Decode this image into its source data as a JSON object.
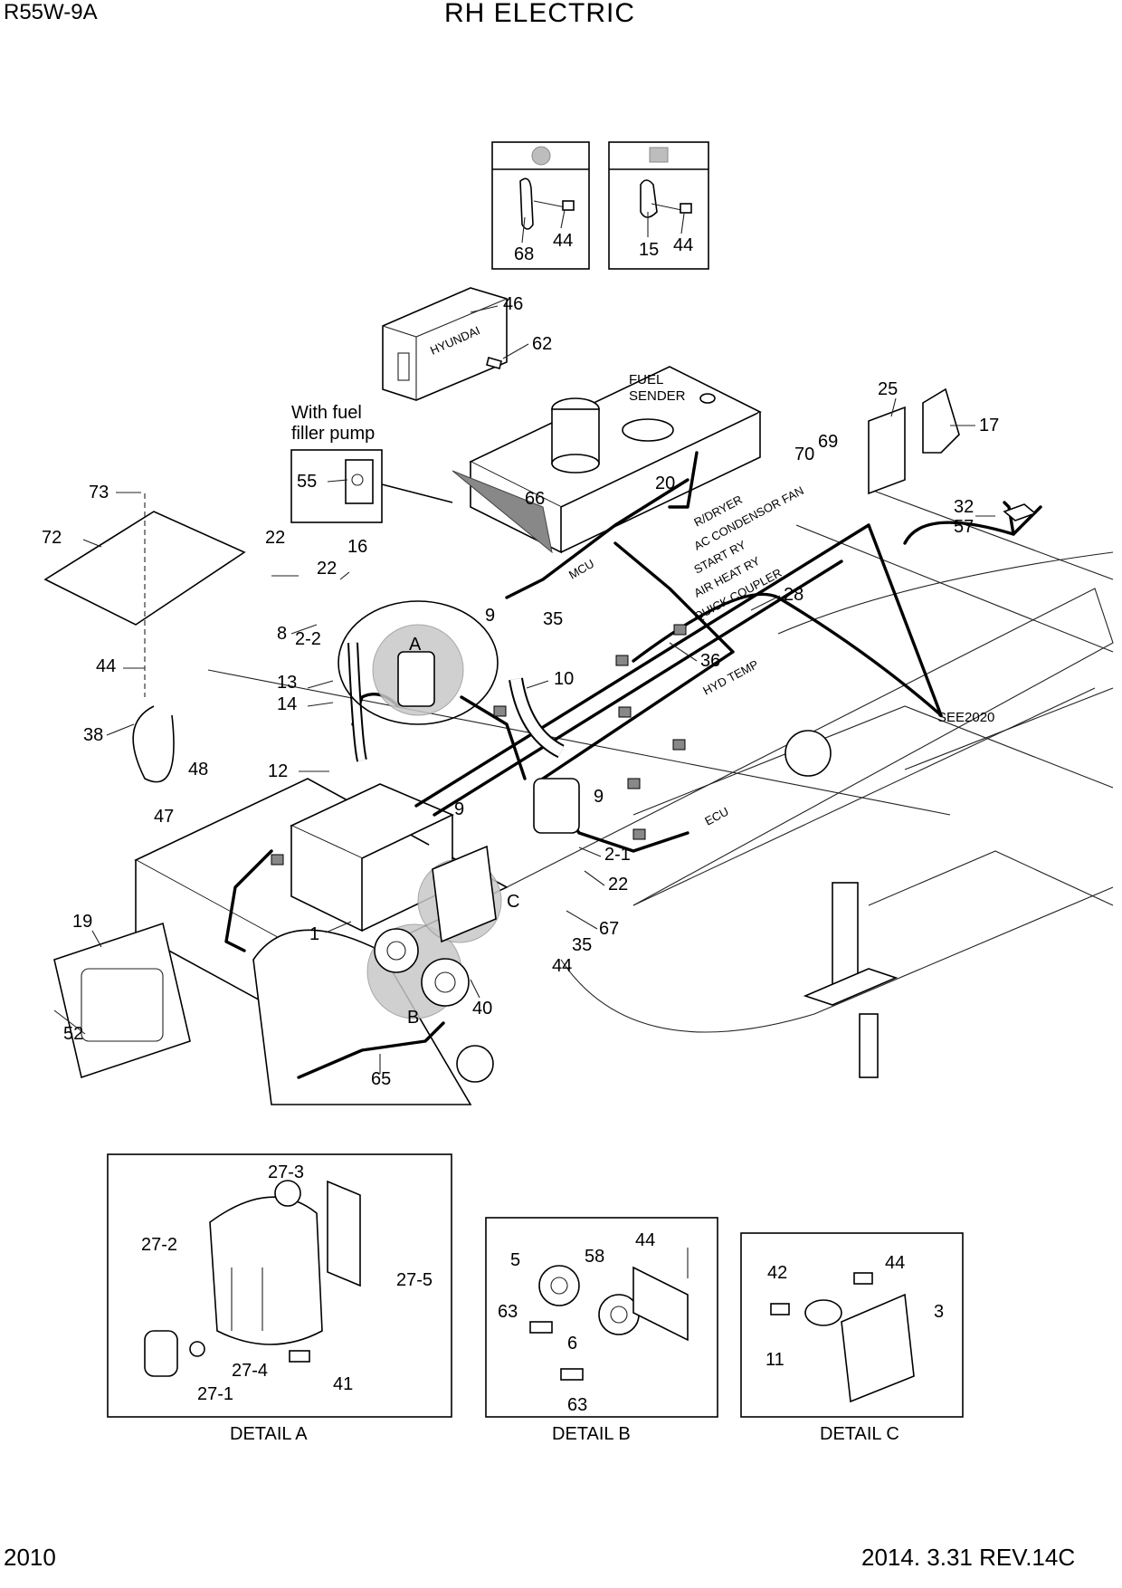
{
  "header": {
    "model": "R55W-9A",
    "title": "RH ELECTRIC",
    "page": "2010",
    "revision": "2014. 3.31  REV.14C"
  },
  "annotations": {
    "fuel_sender": "FUEL\nSENDER",
    "fuel_sender_l1": "FUEL",
    "fuel_sender_l2": "SENDER",
    "with_fuel_l1": "With fuel",
    "with_fuel_l2": "filler pump",
    "see": "SEE2020",
    "mcu": "MCU",
    "ecu": "ECU",
    "hyd_temp": "HYD TEMP",
    "connectors": [
      "R/DRYER",
      "AC CONDENSOR FAN",
      "START RY",
      "AIR HEAT RY",
      "QUICK COUPLER"
    ],
    "brand": "HYUNDAI"
  },
  "callouts": {
    "c68": "68",
    "c44a": "44",
    "c15": "15",
    "c44b": "44",
    "c46": "46",
    "c62": "62",
    "c25": "25",
    "c17": "17",
    "c69": "69",
    "c70": "70",
    "c73": "73",
    "c72": "72",
    "c55": "55",
    "c66": "66",
    "c20": "20",
    "c32": "32",
    "c57": "57",
    "c22a": "22",
    "c22b": "22",
    "c16": "16",
    "c8": "8",
    "c2_2": "2-2",
    "cA": "A",
    "c9a": "9",
    "c35a": "35",
    "c28": "28",
    "c36": "36",
    "c44c": "44",
    "c13": "13",
    "c14": "14",
    "c10": "10",
    "c38": "38",
    "c48": "48",
    "c12": "12",
    "c9b": "9",
    "c9c": "9",
    "c47": "47",
    "c2_1": "2-1",
    "c22c": "22",
    "c1": "1",
    "cC": "C",
    "c67": "67",
    "c35b": "35",
    "c19": "19",
    "c44d": "44",
    "c40": "40",
    "cB": "B",
    "c52": "52",
    "c65": "65"
  },
  "details": {
    "a": {
      "caption": "DETAIL A",
      "labels": {
        "l27_3": "27-3",
        "l27_2": "27-2",
        "l27_5": "27-5",
        "l27_4": "27-4",
        "l27_1": "27-1",
        "l41": "41"
      }
    },
    "b": {
      "caption": "DETAIL B",
      "labels": {
        "l44": "44",
        "l5": "5",
        "l58": "58",
        "l63a": "63",
        "l6": "6",
        "l63b": "63"
      }
    },
    "c": {
      "caption": "DETAIL C",
      "labels": {
        "l42": "42",
        "l44": "44",
        "l3": "3",
        "l11": "11"
      }
    }
  }
}
